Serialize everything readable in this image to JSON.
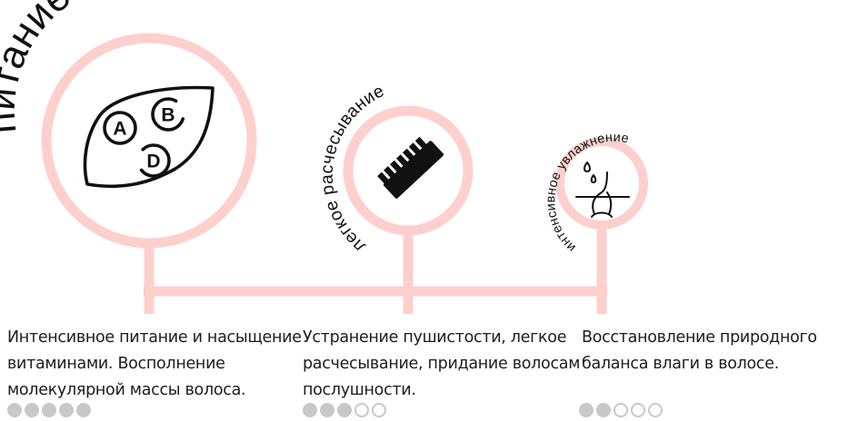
{
  "colors": {
    "accent": "#fdd0cd",
    "icon": "#111111",
    "text": "#1c1c1c",
    "dot": "#c8c8c8"
  },
  "items": [
    {
      "title": "питание",
      "icon": "vitamins-leaf-icon",
      "vitamins": [
        "A",
        "B",
        "D"
      ],
      "description": "Интенсивное питание и насыщение\nвитаминами. Восполнение\nмолекулярной массы волоса.",
      "rating": 5,
      "rating_max": 5
    },
    {
      "title": "легкое расчесывание",
      "icon": "comb-icon",
      "description": "Устранение пушистости, легкое\nрасчесывание, придание волосам\nпослушности.",
      "rating": 3,
      "rating_max": 5
    },
    {
      "title": "интенсивное увлажнение",
      "icon": "hair-moisture-icon",
      "description": "Восстановление природного\nбаланса влаги в волосе.",
      "rating": 2,
      "rating_max": 5
    }
  ]
}
